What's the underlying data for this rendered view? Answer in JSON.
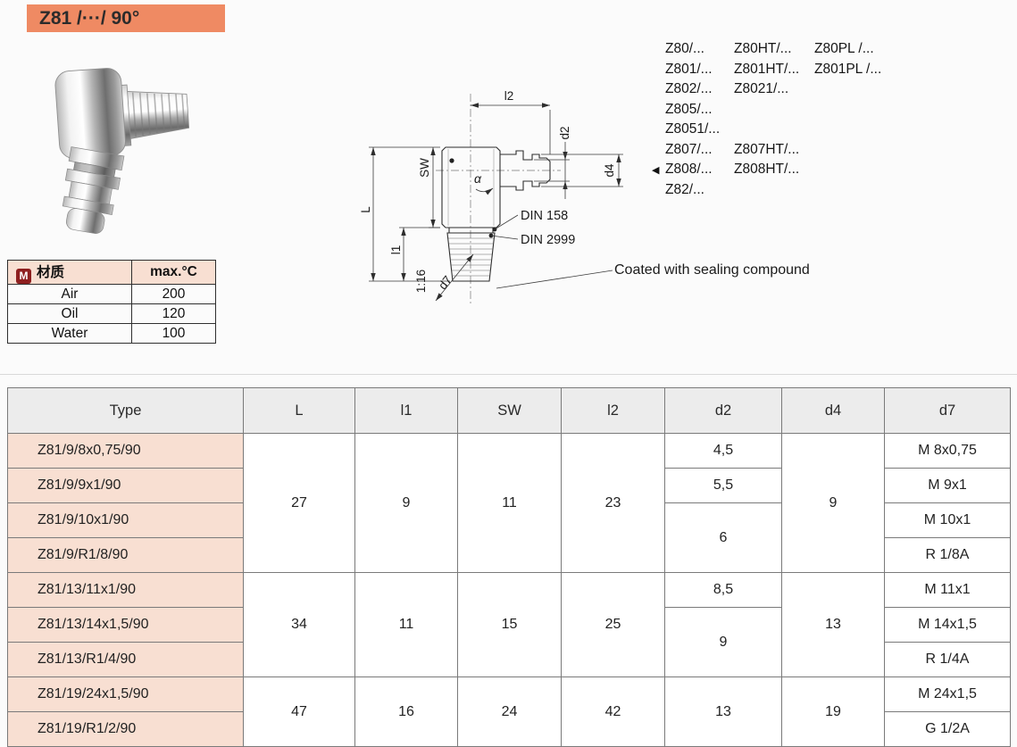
{
  "header": {
    "title": "Z81 /···/ 90°"
  },
  "material_table": {
    "icon": "M",
    "col1": "材质",
    "col2": "max.°C",
    "rows": [
      {
        "medium": "Air",
        "max": "200"
      },
      {
        "medium": "Oil",
        "max": "120"
      },
      {
        "medium": "Water",
        "max": "100"
      }
    ]
  },
  "related_models": {
    "marker": "◀",
    "rows": [
      [
        "Z80/...",
        "Z80HT/...",
        "Z80PL /..."
      ],
      [
        "Z801/...",
        "Z801HT/...",
        "Z801PL /..."
      ],
      [
        "Z802/...",
        "Z8021/..."
      ],
      [
        "Z805/..."
      ],
      [
        "Z8051/..."
      ],
      [
        "Z807/...",
        "Z807HT/..."
      ],
      [
        "Z808/...",
        "Z808HT/..."
      ],
      [
        "Z82/..."
      ]
    ]
  },
  "drawing": {
    "dims": {
      "l2": "l2",
      "d2": "d2",
      "d4": "d4",
      "sw": "SW",
      "L": "L",
      "l1": "l1",
      "d7": "d7",
      "taper": "1:16",
      "alpha": "α"
    },
    "standards": {
      "din158": "DIN 158",
      "din2999": "DIN 2999"
    },
    "note": "Coated with sealing compound"
  },
  "spec_table": {
    "headers": [
      "Type",
      "L",
      "l1",
      "SW",
      "l2",
      "d2",
      "d4",
      "d7"
    ],
    "types": [
      "Z81/9/8x0,75/90",
      "Z81/9/9x1/90",
      "Z81/9/10x1/90",
      "Z81/9/R1/8/90",
      "Z81/13/11x1/90",
      "Z81/13/14x1,5/90",
      "Z81/13/R1/4/90",
      "Z81/19/24x1,5/90",
      "Z81/19/R1/2/90"
    ],
    "groups": [
      {
        "L": "27",
        "l1": "9",
        "SW": "11",
        "l2": "23",
        "d4": "9"
      },
      {
        "L": "34",
        "l1": "11",
        "SW": "15",
        "l2": "25",
        "d4": "13"
      },
      {
        "L": "47",
        "l1": "16",
        "SW": "24",
        "l2": "42",
        "d4": "19"
      }
    ],
    "d2": [
      "4,5",
      "5,5",
      "6",
      "8,5",
      "9",
      "13"
    ],
    "d7": [
      "M 8x0,75",
      "M 9x1",
      "M 10x1",
      "R 1/8A",
      "M 11x1",
      "M 14x1,5",
      "R 1/4A",
      "M 24x1,5",
      "G 1/2A"
    ]
  }
}
